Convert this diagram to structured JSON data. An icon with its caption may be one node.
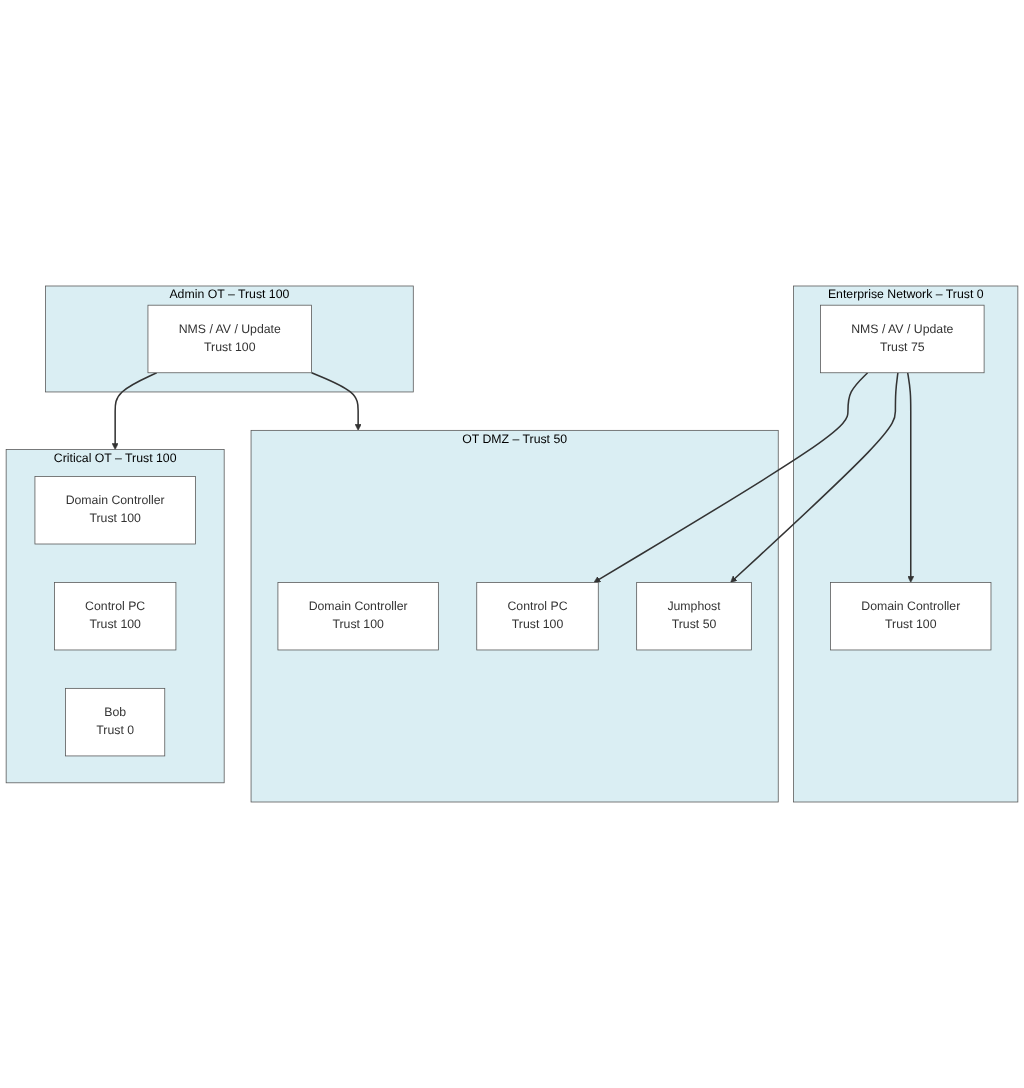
{
  "diagram": {
    "nodes": [
      {
        "text": [
          "Enterprise Network – Trust 0"
        ]
      },
      {
        "text": [
          "Domain Controller",
          "Trust 100"
        ],
        "in": 0
      },
      {
        "text": [
          "NMS / AV / Update",
          "Trust 75"
        ],
        "in": 0
      },
      {
        "text": [
          "OT DMZ – Trust 50"
        ]
      },
      {
        "text": [
          "Domain Controller",
          "Trust 100"
        ],
        "in": 3
      },
      {
        "text": [
          "Control PC",
          "Trust 100"
        ],
        "in": 3
      },
      {
        "text": [
          "Jumphost",
          "Trust 50"
        ],
        "in": 3
      },
      {
        "text": [
          "Admin OT – Trust 100"
        ]
      },
      {
        "text": [
          "NMS / AV / Update",
          "Trust 100"
        ],
        "in": 7
      },
      {
        "text": [
          "Critical OT – Trust 100"
        ]
      },
      {
        "text": [
          "Domain Controller",
          "Trust 100"
        ],
        "in": 9
      },
      {
        "text": [
          "Control PC",
          "Trust 100"
        ],
        "in": 9
      },
      {
        "text": [
          "Bob",
          "Trust 0"
        ],
        "in": 9
      }
    ],
    "edges": [
      {
        "from": 2,
        "to": 1,
        "arrow": "to"
      },
      {
        "from": 2,
        "to": 5,
        "arrow": "to"
      },
      {
        "from": 2,
        "to": 6,
        "arrow": "to"
      },
      {
        "from": 8,
        "to": 3,
        "arrow": "to"
      },
      {
        "from": 8,
        "to": 9,
        "arrow": "to"
      }
    ]
  }
}
